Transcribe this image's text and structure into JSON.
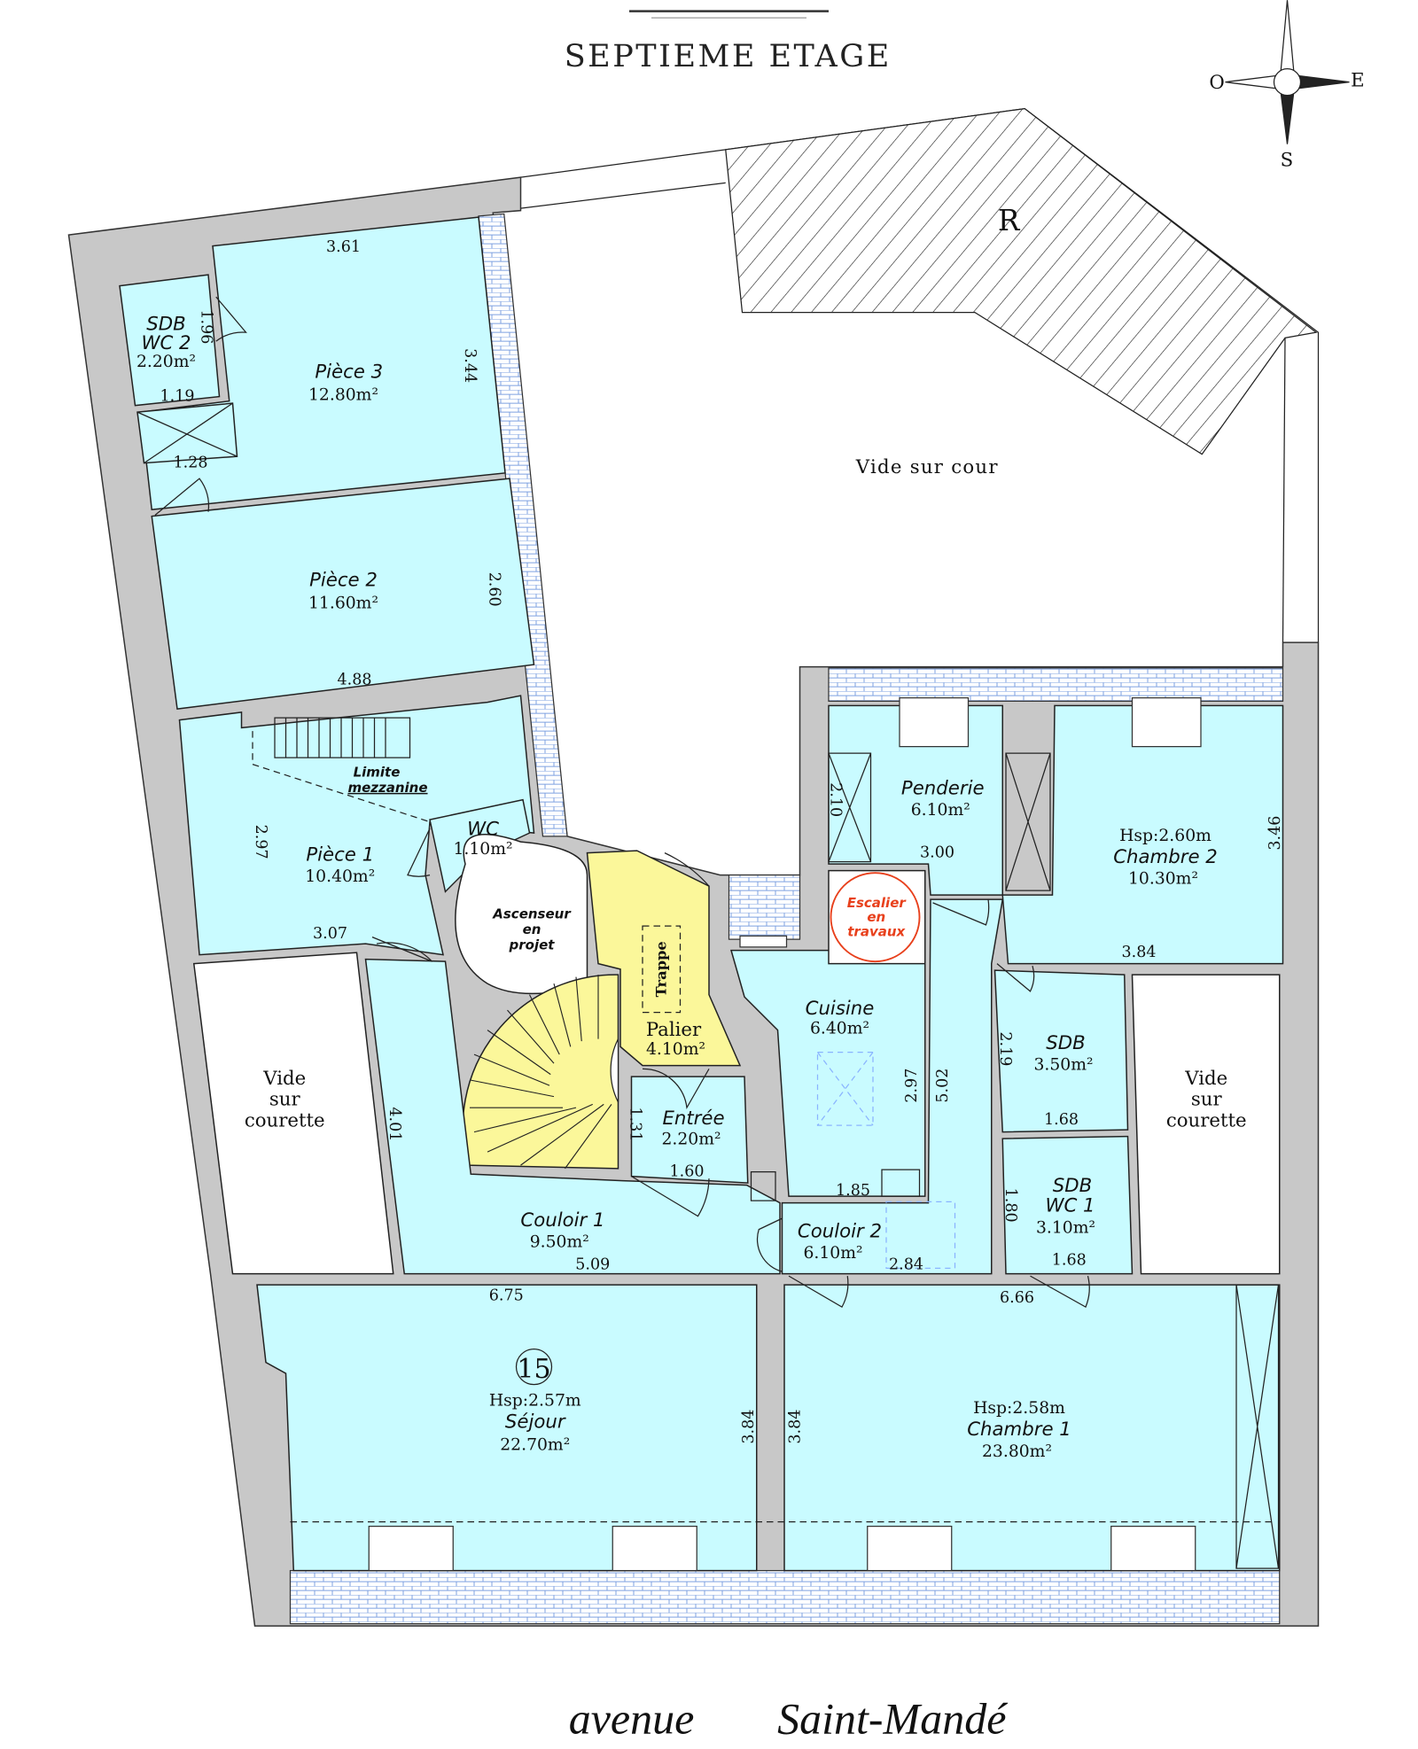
{
  "plan": {
    "title": "SEPTIEME  ETAGE",
    "compass": {
      "west": "O",
      "east": "E",
      "south": "S"
    },
    "hatched_label": "R",
    "courtyard": "Vide  sur  cour",
    "street": {
      "word1": "avenue",
      "word2": "Saint-Mandé"
    },
    "lot_number": "15",
    "colors": {
      "room": "#c9fbff",
      "wall": "#c8c8c8",
      "stair": "#fbf79a",
      "works": "#e8401c"
    }
  },
  "rooms": {
    "sdb_wc2": {
      "name1": "SDB",
      "name2": "WC  2",
      "area": "2.20m²"
    },
    "piece3": {
      "name": "Pièce  3",
      "area": "12.80m²"
    },
    "piece2": {
      "name": "Pièce  2",
      "area": "11.60m²"
    },
    "piece1": {
      "name": "Pièce  1",
      "area": "10.40m²"
    },
    "mezzanine": {
      "line1": "Limite",
      "line2": "mezzanine"
    },
    "wc": {
      "name": "WC",
      "area": "1.10m²"
    },
    "ascenseur": {
      "line1": "Ascenseur",
      "line2": "en",
      "line3": "projet"
    },
    "trappe": "Trappe",
    "palier": {
      "name": "Palier",
      "area": "4.10m²"
    },
    "entree": {
      "name": "Entrée",
      "area": "2.20m²"
    },
    "cuisine": {
      "name": "Cuisine",
      "area": "6.40m²"
    },
    "penderie": {
      "name": "Penderie",
      "area": "6.10m²"
    },
    "escalier": {
      "line1": "Escalier",
      "line2": "en",
      "line3": "travaux"
    },
    "chambre2": {
      "hsp": "Hsp:2.60m",
      "name": "Chambre  2",
      "area": "10.30m²"
    },
    "sdb": {
      "name": "SDB",
      "area": "3.50m²"
    },
    "sdb_wc1": {
      "name1": "SDB",
      "name2": "WC  1",
      "area": "3.10m²"
    },
    "courette_left": {
      "line1": "Vide",
      "line2": "sur",
      "line3": "courette"
    },
    "courette_right": {
      "line1": "Vide",
      "line2": "sur",
      "line3": "courette"
    },
    "couloir1": {
      "name": "Couloir  1",
      "area": "9.50m²"
    },
    "couloir2": {
      "name": "Couloir  2",
      "area": "6.10m²"
    },
    "sejour": {
      "hsp": "Hsp:2.57m",
      "name": "Séjour",
      "area": "22.70m²"
    },
    "chambre1": {
      "hsp": "Hsp:2.58m",
      "name": "Chambre  1",
      "area": "23.80m²"
    }
  },
  "dimensions": {
    "d361": "3.61",
    "d196": "1.96",
    "d119": "1.19",
    "d128": "1.28",
    "d344": "3.44",
    "d260": "2.60",
    "d488": "4.88",
    "d297a": "2.97",
    "d307": "3.07",
    "d401": "4.01",
    "d131": "1.31",
    "d160": "1.60",
    "d509": "5.09",
    "d210": "2.10",
    "d300": "3.00",
    "d346": "3.46",
    "d384a": "3.84",
    "d219": "2.19",
    "d168a": "1.68",
    "d180": "1.80",
    "d168b": "1.68",
    "d297b": "2.97",
    "d502": "5.02",
    "d185": "1.85",
    "d284": "2.84",
    "d675": "6.75",
    "d666": "6.66",
    "d384b": "3.84",
    "d384c": "3.84"
  }
}
